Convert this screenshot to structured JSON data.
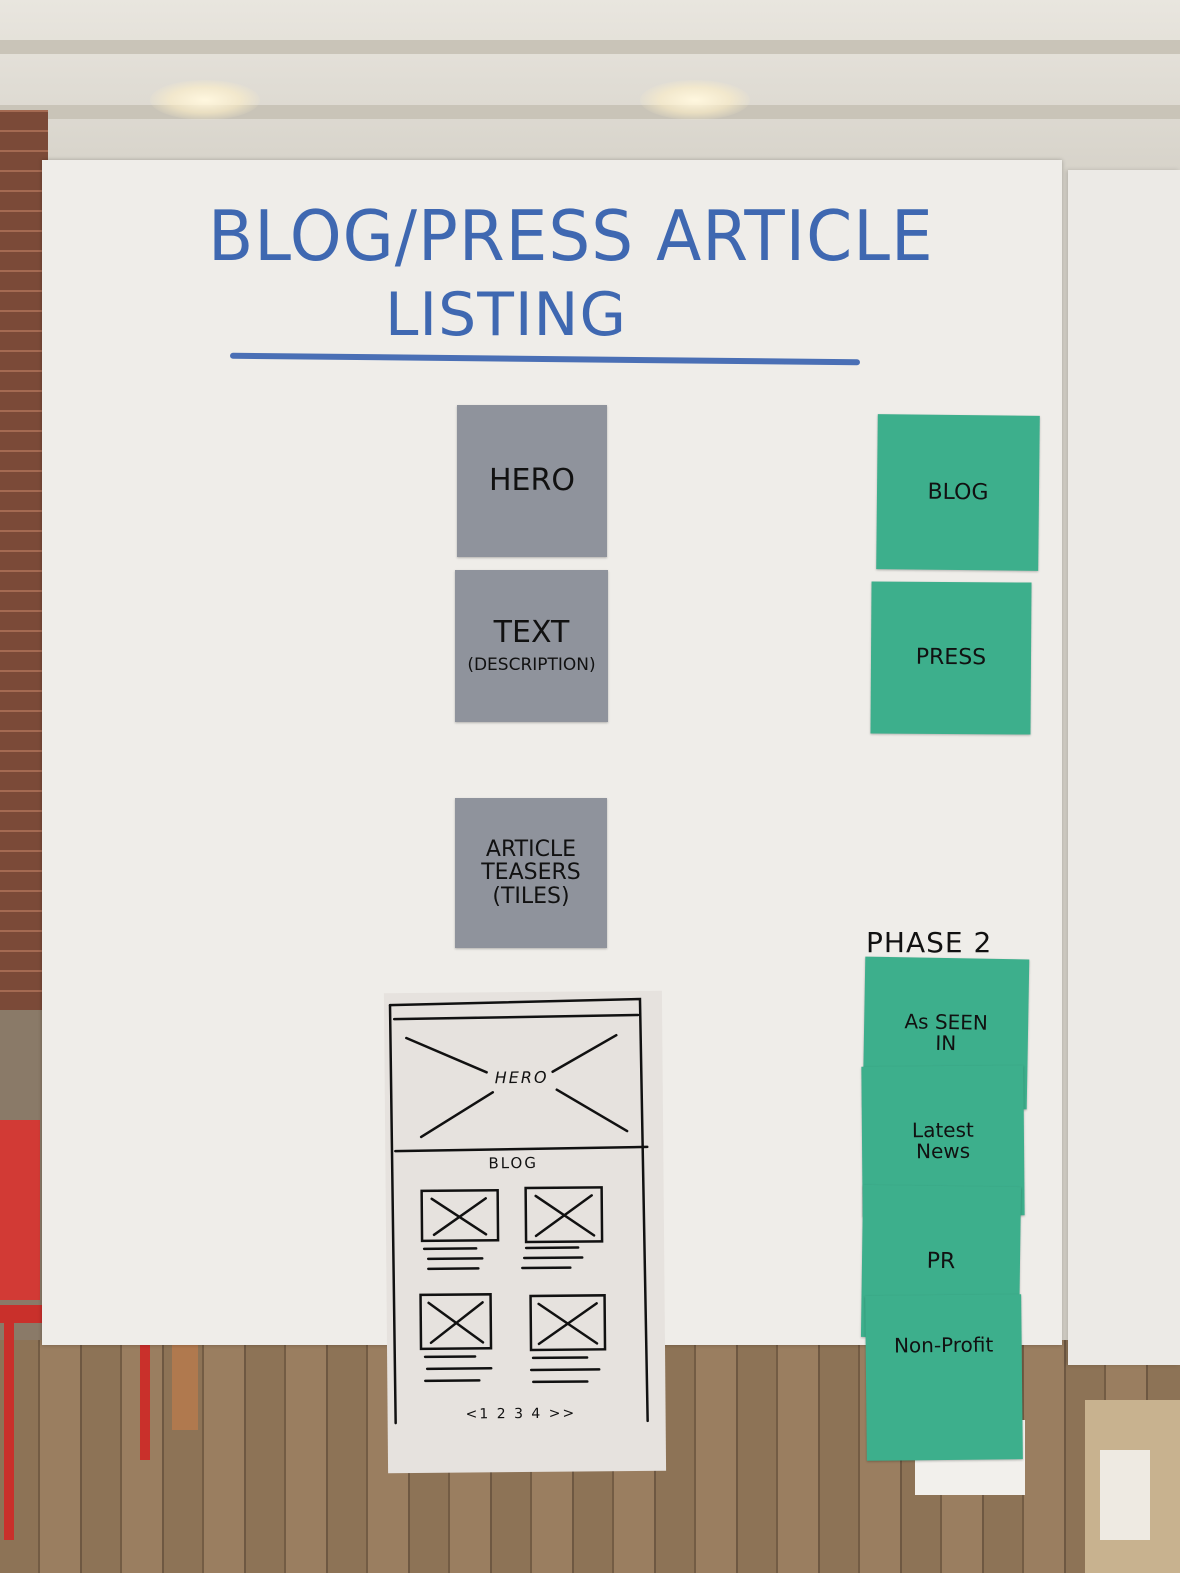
{
  "board": {
    "title_line1": "BLOG/PRESS ARTICLE",
    "title_line2": "LISTING"
  },
  "gray_notes": [
    {
      "lines": [
        "HERO"
      ]
    },
    {
      "lines": [
        "TEXT",
        "(DESCRIPTION)"
      ]
    },
    {
      "lines": [
        "ARTICLE",
        "TEASERS",
        "(TILES)"
      ]
    }
  ],
  "green_notes": [
    {
      "lines": [
        "BLOG"
      ]
    },
    {
      "lines": [
        "PRESS"
      ]
    }
  ],
  "phase2": {
    "label": "PHASE 2",
    "notes": [
      {
        "lines": [
          "As SEEN",
          "IN"
        ]
      },
      {
        "lines": [
          "Latest",
          "News"
        ]
      },
      {
        "lines": [
          "PR"
        ]
      },
      {
        "lines": [
          "Non-Profit"
        ]
      }
    ]
  },
  "wireframe": {
    "hero_label": "HERO",
    "section_label": "BLOG",
    "pagination": "<1 2 3 4 >>"
  },
  "colors": {
    "title_ink": "#3f68b1",
    "gray_note": "#8f939c",
    "green_note": "#3daf8c",
    "paper": "#efede9"
  }
}
